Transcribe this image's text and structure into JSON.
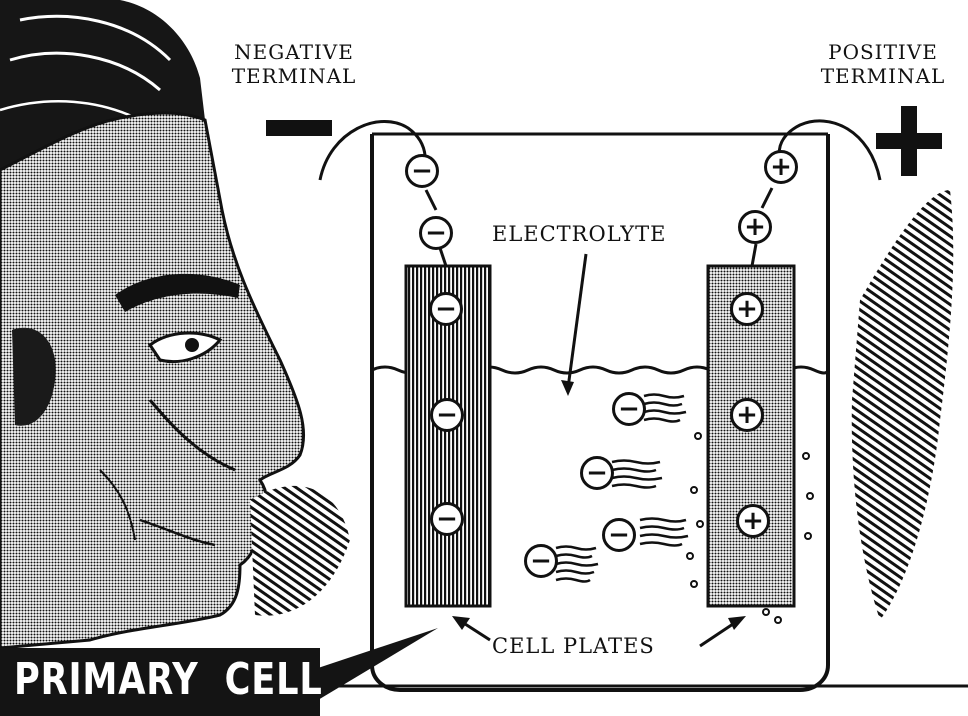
{
  "labels": {
    "negative_terminal": [
      "NEGATIVE",
      "TERMINAL"
    ],
    "positive_terminal": [
      "POSITIVE",
      "TERMINAL"
    ],
    "electrolyte": "ELECTROLYTE",
    "cell_plates": "CELL PLATES",
    "caption": "PRIMARY  CELL"
  },
  "symbols": {
    "negative": "−",
    "positive": "+"
  },
  "colors": {
    "ink": "#111111",
    "background": "#ffffff",
    "caption_bg": "#141414",
    "caption_text": "#ffffff"
  }
}
